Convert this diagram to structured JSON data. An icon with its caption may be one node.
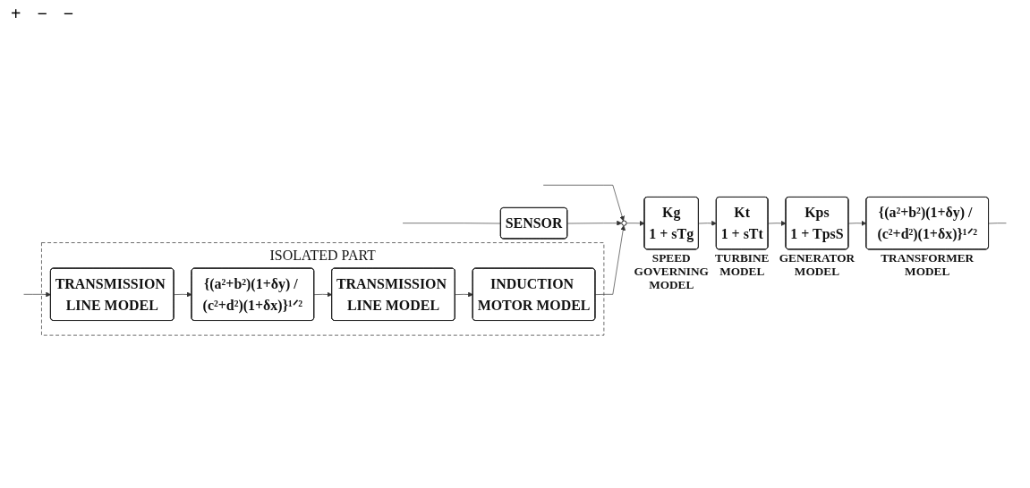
{
  "diagram": {
    "nodes": [
      {
        "text": [],
        "shape": "circle"
      },
      {
        "text": [
          "Kg",
          "1 + sTg"
        ],
        "beside": [
          "SPEED GOVERNING MODEL"
        ]
      },
      {
        "text": [
          "Kt",
          "1 + sTt"
        ],
        "beside": [
          "TURBINE MODEL"
        ]
      },
      {
        "text": [
          "Kps",
          "1 + TpsS"
        ],
        "beside": [
          "GENERATOR MODEL"
        ]
      },
      {
        "text": [
          "{(a²+b²)(1+δy) / (c²+d²)(1+δx)}¹ᐟ²"
        ],
        "beside": [
          "TRANSFORMER MODEL"
        ]
      },
      {
        "text": [
          "SENSOR"
        ]
      },
      {
        "text": [
          "ISOLATED PART"
        ]
      },
      {
        "text": [
          "INDUCTION MOTOR MODEL"
        ],
        "in": 6
      },
      {
        "text": [
          "TRANSMISSION LINE MODEL"
        ],
        "in": 6
      },
      {
        "text": [
          "{(a²+b²)(1+δy) / (c²+d²)(1+δx)}¹ᐟ²"
        ],
        "in": 6
      },
      {
        "text": [
          "TRANSMISSION LINE MODEL"
        ],
        "in": 6
      }
    ],
    "edges": [
      {
        "from": null,
        "to": 0,
        "arrow": "to"
      },
      {
        "from": 0,
        "to": 1,
        "arrow": "to"
      },
      {
        "from": 1,
        "to": 2,
        "arrow": "to"
      },
      {
        "from": 2,
        "to": 3,
        "arrow": "to"
      },
      {
        "from": 3,
        "to": 4,
        "arrow": "to"
      },
      {
        "from": 4,
        "to": null,
        "arrow": "none"
      },
      {
        "from": null,
        "to": 5,
        "arrow": "none"
      },
      {
        "from": 5,
        "to": 0,
        "arrow": "to"
      },
      {
        "from": null,
        "to": 10,
        "arrow": "to"
      },
      {
        "from": 10,
        "to": 9,
        "arrow": "to"
      },
      {
        "from": 9,
        "to": 8,
        "arrow": "to"
      },
      {
        "from": 8,
        "to": 7,
        "arrow": "to"
      },
      {
        "from": 7,
        "to": 0,
        "arrow": "to"
      }
    ],
    "labels": [
      "+",
      "−",
      "−"
    ]
  }
}
